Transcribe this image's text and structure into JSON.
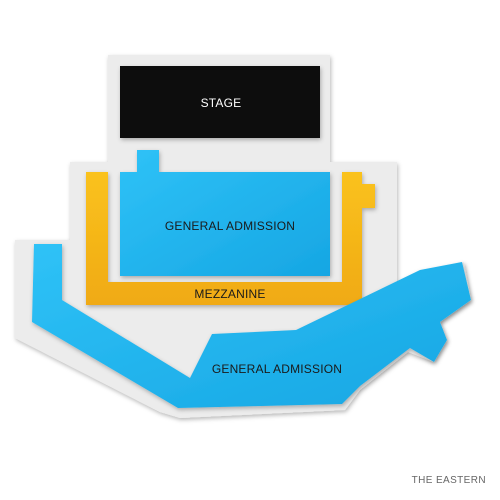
{
  "venue": {
    "name": "THE EASTERN"
  },
  "sections": {
    "stage": {
      "label": "STAGE",
      "color": "#0b0b0b",
      "text_color": "#ffffff"
    },
    "general_admission_floor": {
      "label": "GENERAL ADMISSION",
      "color": "#1fb4ee",
      "text_color": "#1a1a1a"
    },
    "mezzanine": {
      "label": "MEZZANINE",
      "color": "#f6b81a",
      "text_color": "#1a1a1a"
    },
    "general_admission_lower": {
      "label": "GENERAL ADMISSION",
      "color": "#1fb4ee",
      "text_color": "#1a1a1a"
    }
  },
  "colors": {
    "venue_floor": "#ececec",
    "background": "#ffffff"
  }
}
